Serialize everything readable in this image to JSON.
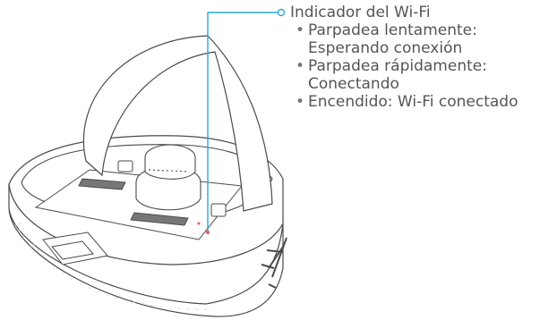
{
  "indicator": {
    "title": "Indicador del Wi-Fi",
    "states": [
      {
        "line1": "Parpadea lentamente:",
        "line2": "Esperando conexión"
      },
      {
        "line1": "Parpadea rápidamente:",
        "line2": "Conectando"
      },
      {
        "line1": "Encendido: Wi-Fi conectado",
        "line2": ""
      }
    ]
  },
  "colors": {
    "leader_line": "#2aa9d6",
    "outline": "#4a4a4a",
    "text": "#555555"
  },
  "icons": {
    "robot": "robot-vacuum-illustration",
    "marker": "callout-dot-icon"
  }
}
